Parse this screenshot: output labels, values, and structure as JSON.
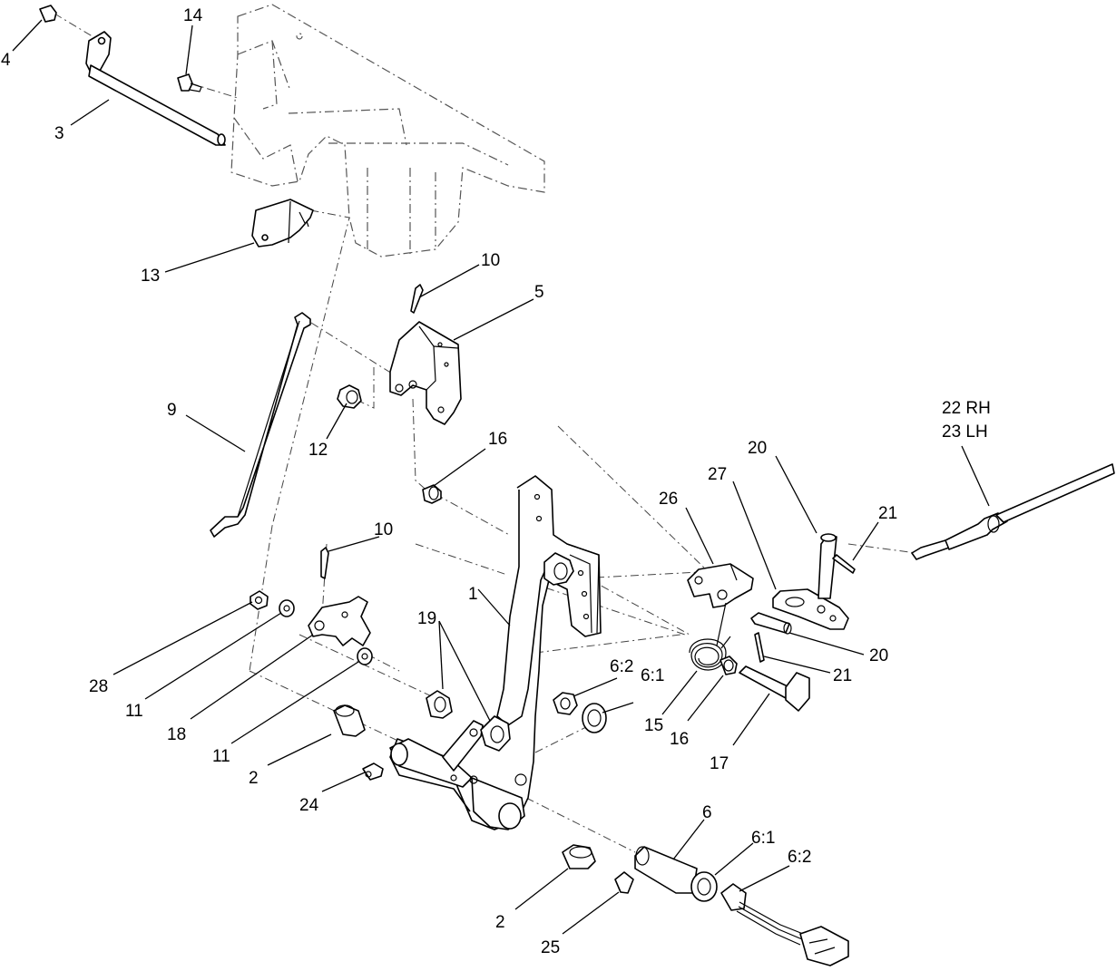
{
  "callouts": [
    {
      "id": "c-4",
      "text": "4"
    },
    {
      "id": "c-14",
      "text": "14"
    },
    {
      "id": "c-3",
      "text": "3"
    },
    {
      "id": "c-13",
      "text": "13"
    },
    {
      "id": "c-10a",
      "text": "10"
    },
    {
      "id": "c-5",
      "text": "5"
    },
    {
      "id": "c-9",
      "text": "9"
    },
    {
      "id": "c-12",
      "text": "12"
    },
    {
      "id": "c-16a",
      "text": "16"
    },
    {
      "id": "c-22",
      "text": "22 RH"
    },
    {
      "id": "c-23",
      "text": "23 LH"
    },
    {
      "id": "c-20a",
      "text": "20"
    },
    {
      "id": "c-27",
      "text": "27"
    },
    {
      "id": "c-26",
      "text": "26"
    },
    {
      "id": "c-21a",
      "text": "21"
    },
    {
      "id": "c-10b",
      "text": "10"
    },
    {
      "id": "c-1",
      "text": "1"
    },
    {
      "id": "c-19",
      "text": "19"
    },
    {
      "id": "c-20b",
      "text": "20"
    },
    {
      "id": "c-21b",
      "text": "21"
    },
    {
      "id": "c-6-2a",
      "text": "6:2"
    },
    {
      "id": "c-6-1a",
      "text": "6:1"
    },
    {
      "id": "c-28",
      "text": "28"
    },
    {
      "id": "c-11a",
      "text": "11"
    },
    {
      "id": "c-18",
      "text": "18"
    },
    {
      "id": "c-11b",
      "text": "11"
    },
    {
      "id": "c-15",
      "text": "15"
    },
    {
      "id": "c-16b",
      "text": "16"
    },
    {
      "id": "c-17",
      "text": "17"
    },
    {
      "id": "c-2a",
      "text": "2"
    },
    {
      "id": "c-24",
      "text": "24"
    },
    {
      "id": "c-6",
      "text": "6"
    },
    {
      "id": "c-6-1b",
      "text": "6:1"
    },
    {
      "id": "c-6-2b",
      "text": "6:2"
    },
    {
      "id": "c-2b",
      "text": "2"
    },
    {
      "id": "c-25",
      "text": "25"
    }
  ]
}
